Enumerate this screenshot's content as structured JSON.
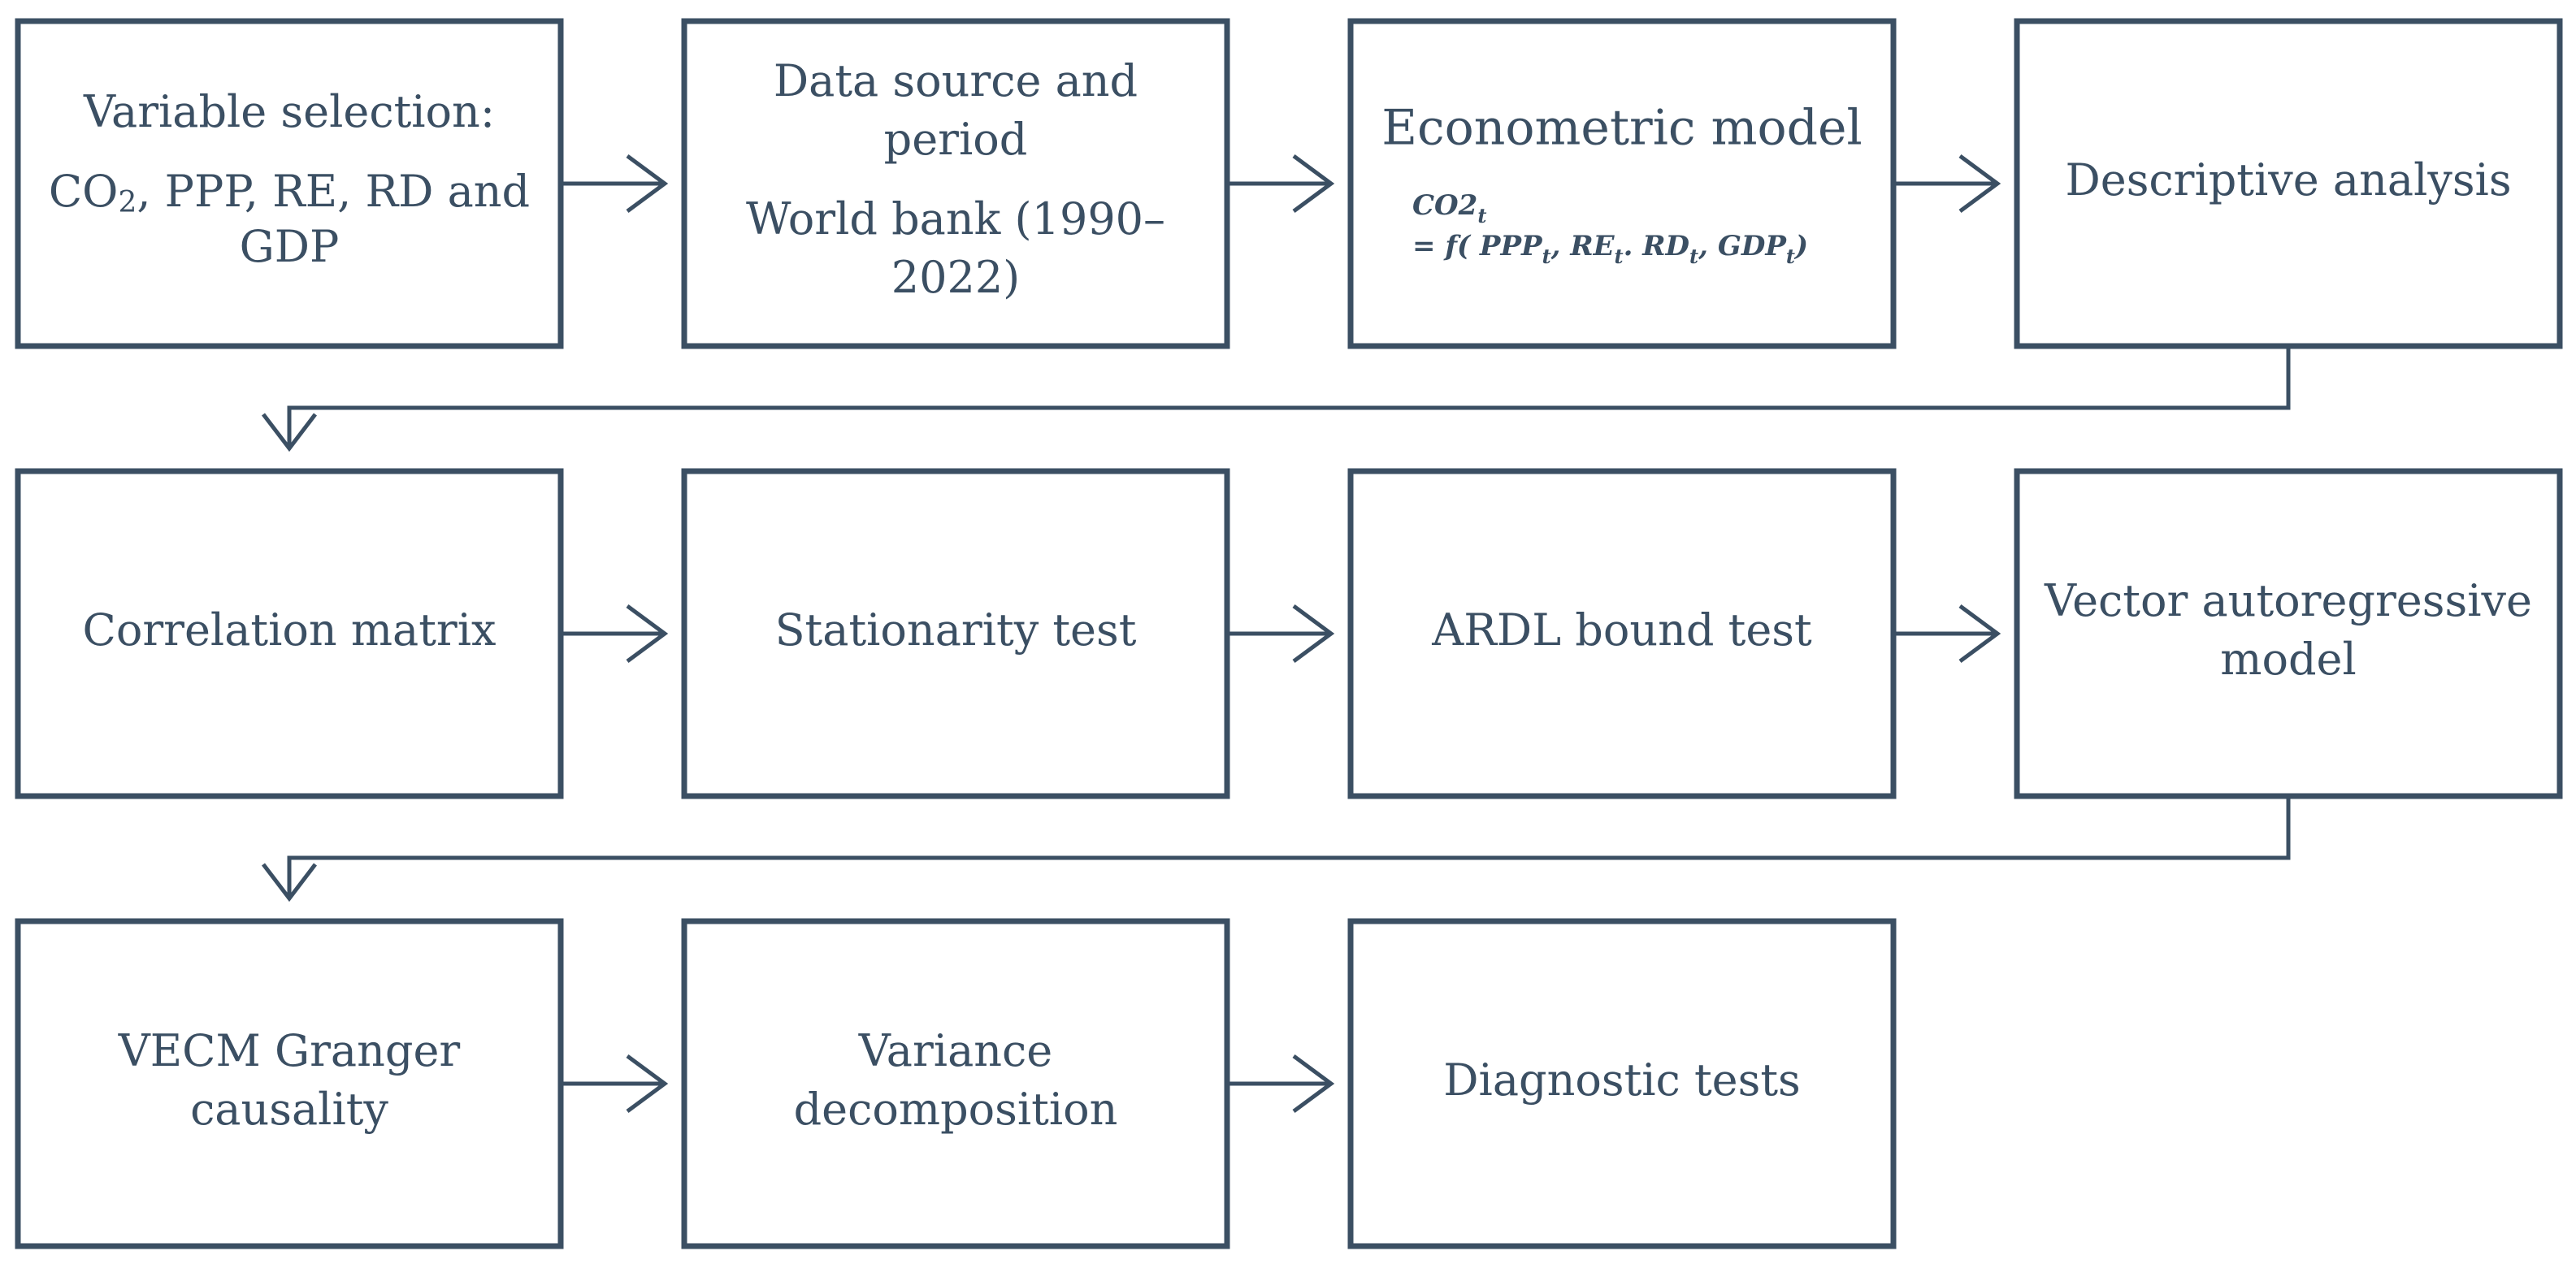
{
  "boxes": {
    "variable_selection": {
      "line1": "Variable selection:",
      "line2_prefix": "CO",
      "line2_sub": "2",
      "line2_suffix": ", PPP, RE, RD and",
      "line3": "GDP"
    },
    "data_source": {
      "line1": "Data source and",
      "line2": "period",
      "line3": "World bank (1990–",
      "line4": "2022)"
    },
    "econometric_model": {
      "title": "Econometric model",
      "eq_lhs": "CO2",
      "eq_lhs_sub": "t",
      "eq_prefix": "= f( PPP",
      "eq_sub1": "t",
      "eq_sep1": ", RE",
      "eq_sub2": "t",
      "eq_sep2": ". RD",
      "eq_sub3": "t",
      "eq_sep3": ", GDP",
      "eq_sub4": "t",
      "eq_close": ")"
    },
    "descriptive_analysis": {
      "label": "Descriptive analysis"
    },
    "correlation_matrix": {
      "label": "Correlation matrix"
    },
    "stationarity_test": {
      "label": "Stationarity test"
    },
    "ardl_bound_test": {
      "label": "ARDL bound test"
    },
    "vector_autoregressive": {
      "line1": "Vector autoregressive",
      "line2": "model"
    },
    "vecm_granger": {
      "line1": "VECM Granger",
      "line2": "causality"
    },
    "variance_decomposition": {
      "line1": "Variance",
      "line2": "decomposition"
    },
    "diagnostic_tests": {
      "label": "Diagnostic tests"
    }
  },
  "colors": {
    "stroke": "#3b4f63",
    "text": "#3b4f63",
    "background": "#ffffff"
  }
}
